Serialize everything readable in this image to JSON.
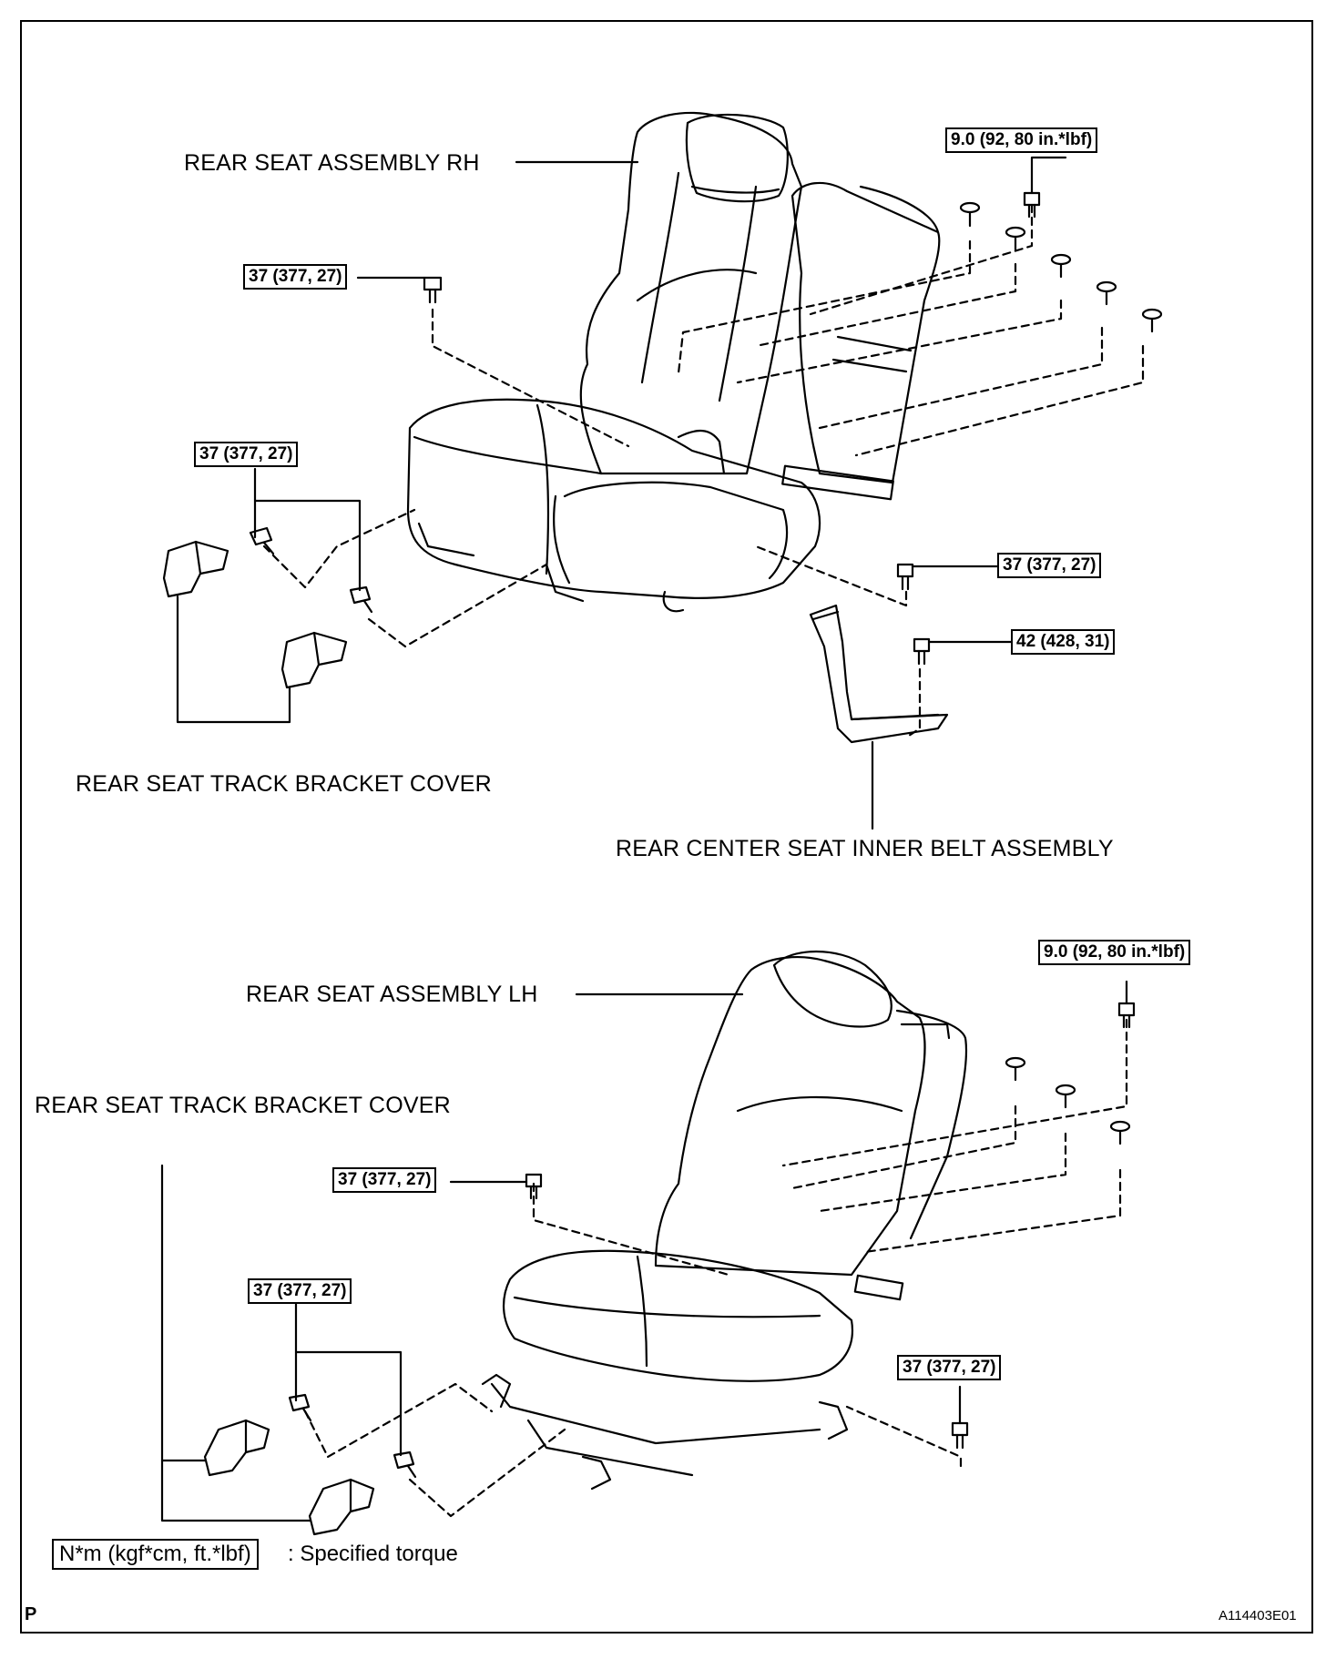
{
  "labels": {
    "rh_seat": "REAR SEAT ASSEMBLY RH",
    "lh_seat": "REAR SEAT ASSEMBLY LH",
    "bracket_cover_upper": "REAR SEAT TRACK BRACKET COVER",
    "bracket_cover_lower": "REAR SEAT TRACK BRACKET COVER",
    "inner_belt": "REAR CENTER SEAT INNER BELT ASSEMBLY"
  },
  "torques": {
    "upper_right_bolt": "9.0 (92, 80 in.*lbf)",
    "upper_seat_bolt": "37 (377, 27)",
    "upper_track_bolts": "37 (377, 27)",
    "upper_side_bolt": "37 (377, 27)",
    "belt_bolt": "42 (428, 31)",
    "lower_right_bolt": "9.0 (92, 80 in.*lbf)",
    "lower_seat_bolt": "37 (377, 27)",
    "lower_track_bolts": "37 (377, 27)",
    "lower_side_bolt": "37 (377, 27)"
  },
  "legend": {
    "box": "N*m (kgf*cm, ft.*lbf)",
    "text": ": Specified torque"
  },
  "corner": {
    "page_letter": "P",
    "figure_id": "A114403E01"
  }
}
